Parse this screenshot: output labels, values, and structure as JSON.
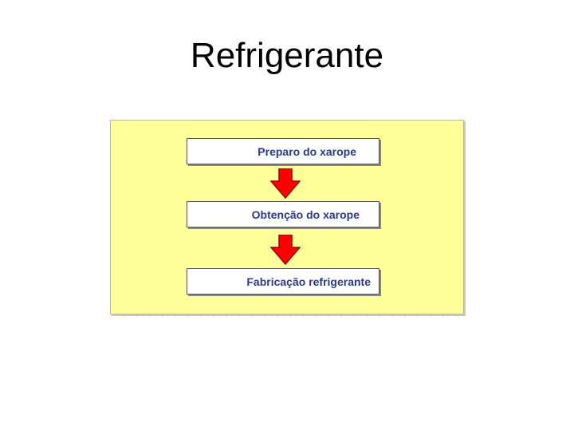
{
  "slide": {
    "title": "Refrigerante"
  },
  "diagram": {
    "panel_color": "#ffff99",
    "arrow_color": "#ff0000",
    "text_color": "#2a3a8a",
    "steps": [
      {
        "label": "Preparo do xarope"
      },
      {
        "label": "Obtenção do xarope"
      },
      {
        "label": "Fabricação refrigerante"
      }
    ]
  }
}
